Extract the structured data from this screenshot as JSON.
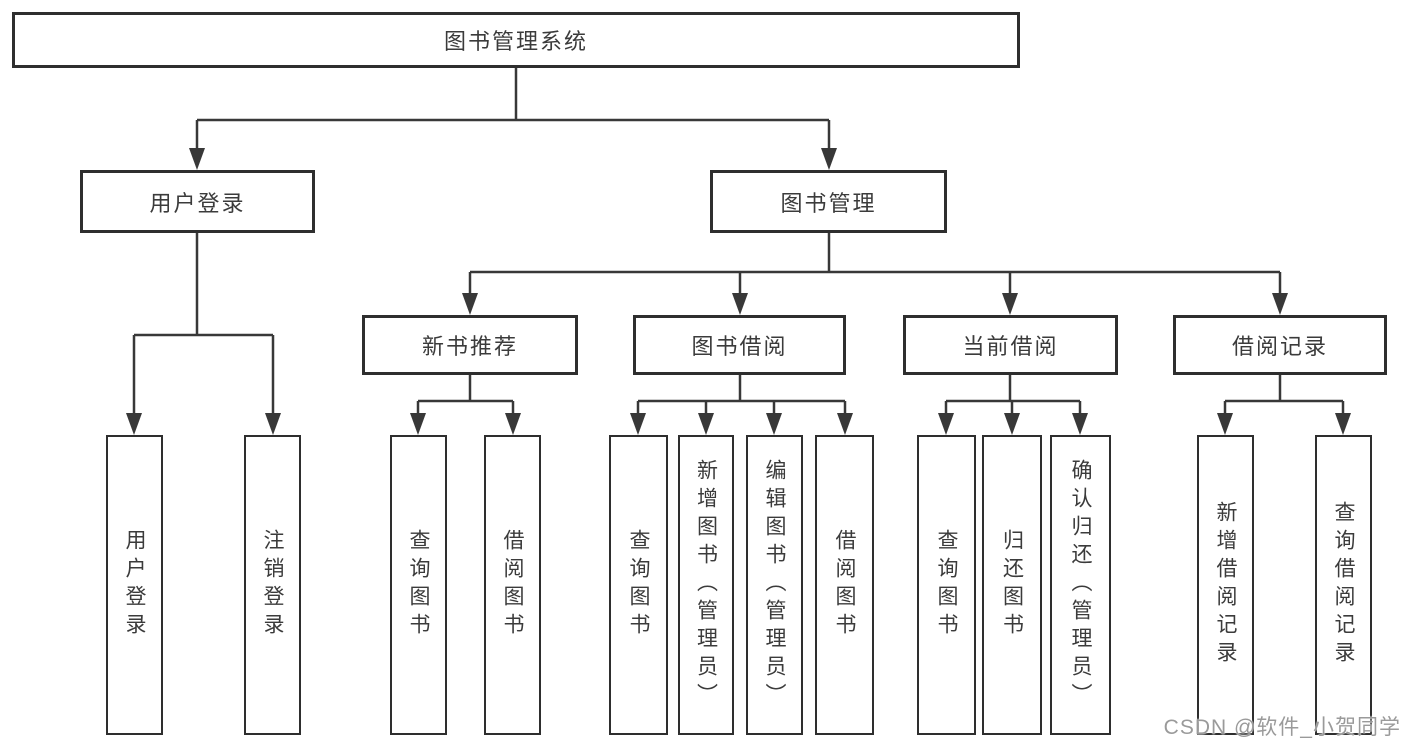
{
  "diagram": {
    "root": {
      "label": "图书管理系统"
    },
    "level2": [
      {
        "label": "用户登录"
      },
      {
        "label": "图书管理"
      }
    ],
    "level3": [
      {
        "label": "新书推荐"
      },
      {
        "label": "图书借阅"
      },
      {
        "label": "当前借阅"
      },
      {
        "label": "借阅记录"
      }
    ],
    "leaves": {
      "user_login": [
        "用户登录",
        "注销登录"
      ],
      "new_books": [
        "查询图书",
        "借阅图书"
      ],
      "book_borrow": [
        "查询图书",
        "新增图书（管理员）",
        "编辑图书（管理员）",
        "借阅图书"
      ],
      "current_borrow": [
        "查询图书",
        "归还图书",
        "确认归还（管理员）"
      ],
      "borrow_records": [
        "新增借阅记录",
        "查询借阅记录"
      ]
    }
  },
  "watermark": {
    "text": "CSDN @软件_小贺同学"
  },
  "colors": {
    "line": "#383838",
    "border": "#2e2e2e",
    "text": "#3b3b3b",
    "background": "#ffffff",
    "watermark": "#9a9a9a"
  }
}
